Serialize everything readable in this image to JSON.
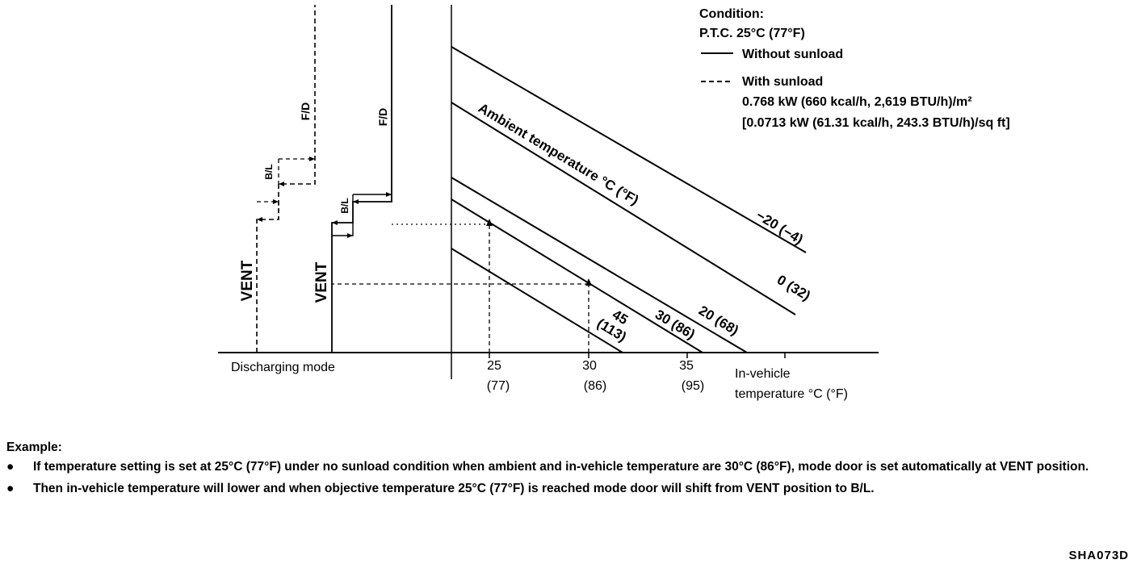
{
  "legend": {
    "condition_title": "Condition:",
    "ptc": "P.T.C. 25°C (77°F)",
    "solid_label": "Without sunload",
    "dashed_label": "With sunload",
    "sunload_metric": "0.768 kW (660 kcal/h, 2,619 BTU/h)/m²",
    "sunload_imperial": "[0.0713 kW (61.31 kcal/h, 243.3 BTU/h)/sq ft]"
  },
  "modes": {
    "fd": "F/D",
    "bl": "B/L",
    "vent": "VENT",
    "axis_label": "Discharging mode"
  },
  "ambient_title": "Ambient temperature °C (°F)",
  "ambient_lines": [
    {
      "label": "−20 (−4)"
    },
    {
      "label": "0 (32)"
    },
    {
      "label": "20 (68)"
    },
    {
      "label": "30 (86)"
    },
    {
      "label_line1": "45",
      "label_line2": "(113)"
    }
  ],
  "x_axis": {
    "ticks": [
      {
        "c": "25",
        "f": "(77)"
      },
      {
        "c": "30",
        "f": "(86)"
      },
      {
        "c": "35",
        "f": "(95)"
      }
    ],
    "title_line1": "In-vehicle",
    "title_line2": "temperature °C (°F)"
  },
  "example": {
    "title": "Example:",
    "bullets": [
      "If temperature setting is set at 25°C (77°F) under no sunload condition when ambient and in-vehicle temperature are 30°C (86°F), mode door is set automatically at VENT position.",
      "Then in-vehicle temperature will lower and when objective temperature 25°C (77°F) is reached mode door will shift from VENT position to B/L."
    ],
    "bullet_symbol": "●"
  },
  "figure_code": "SHA073D"
}
